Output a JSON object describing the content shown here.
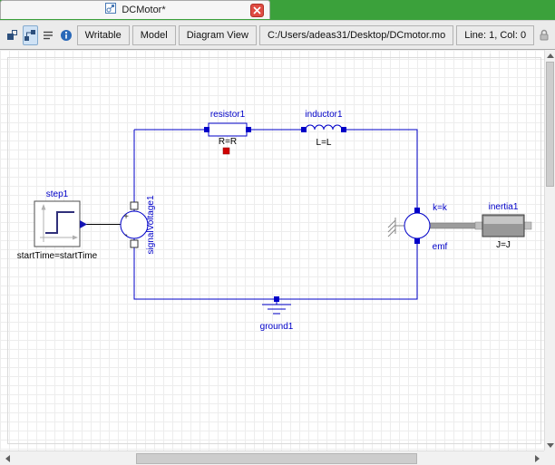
{
  "tab": {
    "title": "DCMotor*"
  },
  "toolbar": {
    "writable_label": "Writable",
    "model_label": "Model",
    "view_label": "Diagram View",
    "file_path": "C:/Users/adeas31/Desktop/DCmotor.mo",
    "cursor_position": "Line: 1, Col: 0"
  },
  "diagram": {
    "step1": {
      "name": "step1",
      "param": "startTime=startTime"
    },
    "signalVoltage1": {
      "name": "signalVoltage1",
      "plus": "+",
      "minus": "-"
    },
    "resistor1": {
      "name": "resistor1",
      "param": "R=R"
    },
    "inductor1": {
      "name": "inductor1",
      "param": "L=L"
    },
    "emf": {
      "name": "emf",
      "param": "k=k"
    },
    "inertia1": {
      "name": "inertia1",
      "param": "J=J"
    },
    "ground1": {
      "name": "ground1"
    }
  },
  "colors": {
    "wire": "#0000c8",
    "component_label": "#0000c8",
    "heat_port": "#d00000",
    "desktop_green": "#3ba13b",
    "selection": "#cfe2f5"
  }
}
